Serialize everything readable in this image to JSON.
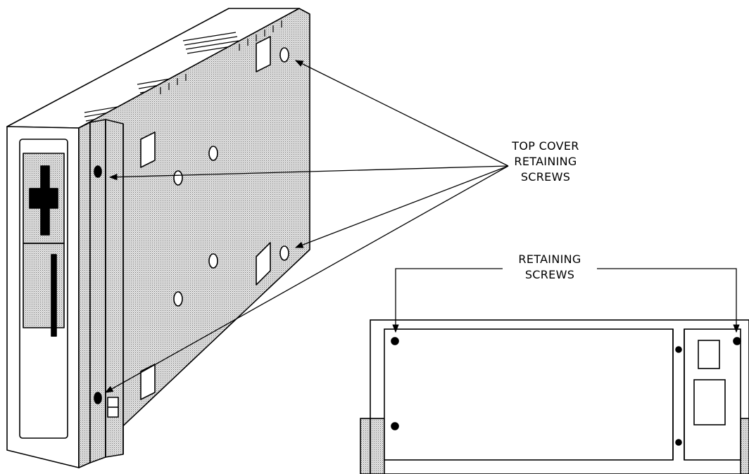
{
  "callouts": {
    "top_cover": [
      "TOP COVER",
      "RETAINING",
      "SCREWS"
    ],
    "retaining": [
      "RETAINING",
      "SCREWS"
    ]
  },
  "colors": {
    "ink": "#000000",
    "shade": "#cfcfcf",
    "paper": "#ffffff"
  }
}
